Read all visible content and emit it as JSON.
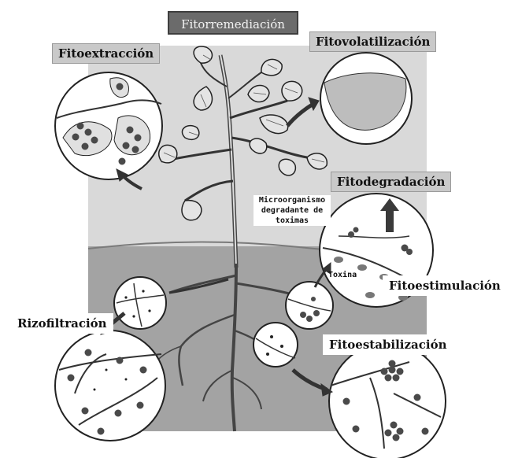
{
  "title": "Fitorremediación",
  "labels": {
    "fitoextraccion": "Fitoextracción",
    "fitovolatilizacion": "Fitovolatilización",
    "fitodegradacion": "Fitodegradación",
    "fitoestimulacion": "Fitoestimulación",
    "rizofiltracion": "Rizofiltración",
    "fitoestabilizacion": "Fitoestabilización"
  },
  "annotations": {
    "microorganismo_line1": "Microorganismo",
    "microorganismo_line2": "degradante de",
    "microorganismo_line3": "toximas",
    "toxina": "Toxina"
  },
  "colors": {
    "soil": "#9b9b9b",
    "sky": "#d7d7d7",
    "title_bg": "#6b6b6b",
    "label_bg": "#c9c9c9",
    "dot": "#4a4a4a"
  }
}
